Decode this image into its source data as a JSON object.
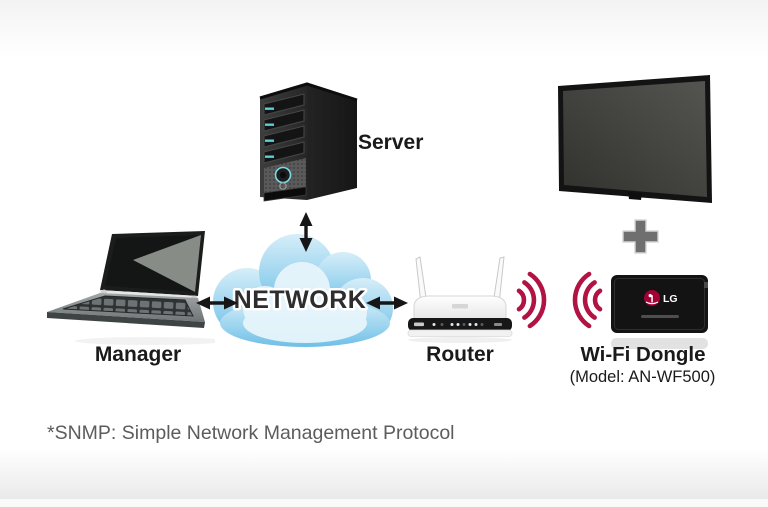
{
  "diagram": {
    "server": {
      "label": "Server"
    },
    "manager": {
      "label": "Manager"
    },
    "network": {
      "label": "NETWORK"
    },
    "router": {
      "label": "Router"
    },
    "dongle": {
      "label": "Wi-Fi Dongle",
      "model": "(Model: AN-WF500)",
      "brand": "LG"
    },
    "footnote": "*SNMP: Simple Network Management Protocol"
  },
  "colors": {
    "wifi_signal": "#b11342",
    "lg_logo_red": "#a50034",
    "cloud_blue": "#6fbfe7",
    "cloud_light": "#d6eef9",
    "plus_gray": "#6f6f6f",
    "label_text": "#1a1a1a",
    "footnote_text": "#5c5c5c",
    "server_led_teal": "#54d2da"
  }
}
